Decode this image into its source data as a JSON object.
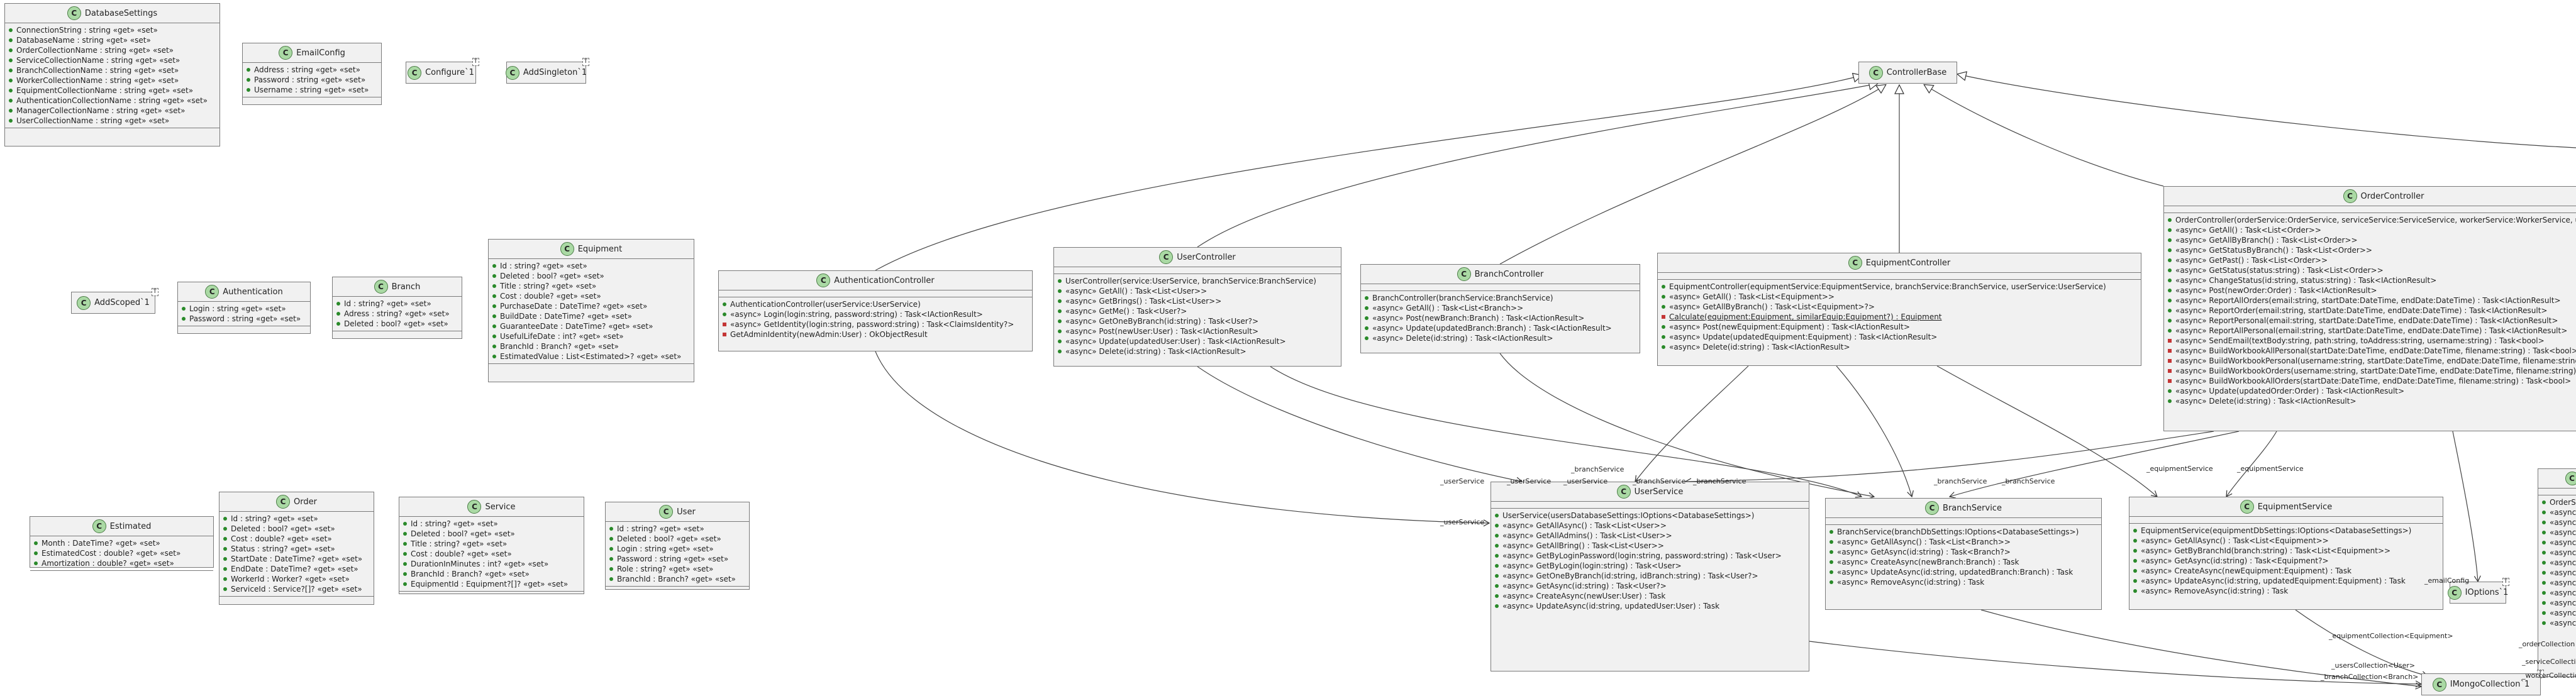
{
  "boxes": [
    {
      "name": "DatabaseSettings",
      "fields": [
        {
          "t": "ConnectionString : string «get» «set»",
          "v": "pub"
        },
        {
          "t": "DatabaseName : string «get» «set»",
          "v": "pub"
        },
        {
          "t": "OrderCollectionName : string «get» «set»",
          "v": "pub"
        },
        {
          "t": "ServiceCollectionName : string «get» «set»",
          "v": "pub"
        },
        {
          "t": "BranchCollectionName : string «get» «set»",
          "v": "pub"
        },
        {
          "t": "WorkerCollectionName : string «get» «set»",
          "v": "pub"
        },
        {
          "t": "EquipmentCollectionName : string «get» «set»",
          "v": "pub"
        },
        {
          "t": "AuthenticationCollectionName : string «get» «set»",
          "v": "pub"
        },
        {
          "t": "ManagerCollectionName : string «get» «set»",
          "v": "pub"
        },
        {
          "t": "UserCollectionName : string «get» «set»",
          "v": "pub"
        }
      ],
      "methods": []
    },
    {
      "name": "EmailConfig",
      "fields": [
        {
          "t": "Address : string «get» «set»",
          "v": "pub"
        },
        {
          "t": "Password : string «get» «set»",
          "v": "pub"
        },
        {
          "t": "Username : string «get» «set»",
          "v": "pub"
        }
      ],
      "methods": []
    },
    {
      "name": "Configure`1",
      "tp": "T",
      "empty": true
    },
    {
      "name": "AddSingleton`1",
      "tp": "T",
      "empty": true
    },
    {
      "name": "ControllerBase",
      "empty": true
    },
    {
      "name": "AddScoped`1",
      "tp": "T",
      "empty": true
    },
    {
      "name": "Authentication",
      "fields": [
        {
          "t": "Login : string «get» «set»",
          "v": "pub"
        },
        {
          "t": "Password : string «get» «set»",
          "v": "pub"
        }
      ],
      "methods": []
    },
    {
      "name": "Branch",
      "fields": [
        {
          "t": "Id : string? «get» «set»",
          "v": "pub"
        },
        {
          "t": "Adress : string? «get» «set»",
          "v": "pub"
        },
        {
          "t": "Deleted : bool? «get» «set»",
          "v": "pub"
        }
      ],
      "methods": []
    },
    {
      "name": "Equipment",
      "fields": [
        {
          "t": "Id : string? «get» «set»",
          "v": "pub"
        },
        {
          "t": "Deleted : bool? «get» «set»",
          "v": "pub"
        },
        {
          "t": "Title : string? «get» «set»",
          "v": "pub"
        },
        {
          "t": "Cost : double? «get» «set»",
          "v": "pub"
        },
        {
          "t": "PurchaseDate : DateTime? «get» «set»",
          "v": "pub"
        },
        {
          "t": "BuildDate : DateTime? «get» «set»",
          "v": "pub"
        },
        {
          "t": "GuaranteeDate : DateTime? «get» «set»",
          "v": "pub"
        },
        {
          "t": "UsefulLifeDate : int? «get» «set»",
          "v": "pub"
        },
        {
          "t": "BranchId : Branch? «get» «set»",
          "v": "pub"
        },
        {
          "t": "EstimatedValue : List<Estimated>? «get» «set»",
          "v": "pub"
        }
      ],
      "methods": []
    },
    {
      "name": "AuthenticationController",
      "fields": [],
      "methods": [
        {
          "t": "AuthenticationController(userService:UserService)",
          "v": "pub"
        },
        {
          "t": "«async» Login(login:string, password:string) : Task<IActionResult>",
          "v": "pub"
        },
        {
          "t": "«async» GetIdentity(login:string, password:string) : Task<ClaimsIdentity?>",
          "v": "priv"
        },
        {
          "t": "GetAdminIdentity(newAdmin:User) : OkObjectResult",
          "v": "priv"
        }
      ]
    },
    {
      "name": "UserController",
      "fields": [],
      "methods": [
        {
          "t": "UserController(service:UserService, branchService:BranchService)",
          "v": "pub"
        },
        {
          "t": "«async» GetAll() : Task<List<User>>",
          "v": "pub"
        },
        {
          "t": "«async» GetBrings() : Task<List<User>>",
          "v": "pub"
        },
        {
          "t": "«async» GetMe() : Task<User?>",
          "v": "pub"
        },
        {
          "t": "«async» GetOneByBranch(id:string) : Task<User?>",
          "v": "pub"
        },
        {
          "t": "«async» Post(newUser:User) : Task<IActionResult>",
          "v": "pub"
        },
        {
          "t": "«async» Update(updatedUser:User) : Task<IActionResult>",
          "v": "pub"
        },
        {
          "t": "«async» Delete(id:string) : Task<IActionResult>",
          "v": "pub"
        }
      ]
    },
    {
      "name": "BranchController",
      "fields": [],
      "methods": [
        {
          "t": "BranchController(branchService:BranchService)",
          "v": "pub"
        },
        {
          "t": "«async» GetAll() : Task<List<Branch>>",
          "v": "pub"
        },
        {
          "t": "«async» Post(newBranch:Branch) : Task<IActionResult>",
          "v": "pub"
        },
        {
          "t": "«async» Update(updatedBranch:Branch) : Task<IActionResult>",
          "v": "pub"
        },
        {
          "t": "«async» Delete(id:string) : Task<IActionResult>",
          "v": "pub"
        }
      ]
    },
    {
      "name": "EquipmentController",
      "fields": [],
      "methods": [
        {
          "t": "EquipmentController(equipmentService:EquipmentService, branchService:BranchService, userService:UserService)",
          "v": "pub"
        },
        {
          "t": "«async» GetAll() : Task<List<Equipment>>",
          "v": "pub"
        },
        {
          "t": "«async» GetAllByBranch() : Task<List<Equipment>?>",
          "v": "pub"
        },
        {
          "t": "Calculate(equipment:Equipment, similarEquip:Equipment?) : Equipment",
          "v": "priv",
          "u": true
        },
        {
          "t": "«async» Post(newEquipment:Equipment) : Task<IActionResult>",
          "v": "pub"
        },
        {
          "t": "«async» Update(updatedEquipment:Equipment) : Task<IActionResult>",
          "v": "pub"
        },
        {
          "t": "«async» Delete(id:string) : Task<IActionResult>",
          "v": "pub"
        }
      ]
    },
    {
      "name": "OrderController",
      "fields": [],
      "methods": [
        {
          "t": "OrderController(orderService:OrderService, serviceService:ServiceService, workerService:WorkerService, use",
          "v": "pub"
        },
        {
          "t": "«async» GetAll() : Task<List<Order>>",
          "v": "pub"
        },
        {
          "t": "«async» GetAllByBranch() : Task<List<Order>>",
          "v": "pub"
        },
        {
          "t": "«async» GetStatusByBranch() : Task<List<Order>>",
          "v": "pub"
        },
        {
          "t": "«async» GetPast() : Task<List<Order>>",
          "v": "pub"
        },
        {
          "t": "«async» GetStatus(status:string) : Task<List<Order>>",
          "v": "pub"
        },
        {
          "t": "«async» ChangeStatus(id:string, status:string) : Task<IActionResult>",
          "v": "pub"
        },
        {
          "t": "«async» Post(newOrder:Order) : Task<IActionResult>",
          "v": "pub"
        },
        {
          "t": "«async» ReportAllOrders(email:string, startDate:DateTime, endDate:DateTime) : Task<IActionResult>",
          "v": "pub"
        },
        {
          "t": "«async» ReportOrder(email:string, startDate:DateTime, endDate:DateTime) : Task<IActionResult>",
          "v": "pub"
        },
        {
          "t": "«async» ReportPersonal(email:string, startDate:DateTime, endDate:DateTime) : Task<IActionResult>",
          "v": "pub"
        },
        {
          "t": "«async» ReportAllPersonal(email:string, startDate:DateTime, endDate:DateTime) : Task<IActionResult>",
          "v": "pub"
        },
        {
          "t": "«async» SendEmail(textBody:string, path:string, toAddress:string, username:string) : Task<bool>",
          "v": "priv"
        },
        {
          "t": "«async» BuildWorkbookAllPersonal(startDate:DateTime, endDate:DateTime, filename:string) : Task<bool>",
          "v": "priv"
        },
        {
          "t": "«async» BuildWorkbookPersonal(username:string, startDate:DateTime, endDate:DateTime, filename:string) : Task",
          "v": "priv"
        },
        {
          "t": "«async» BuildWorkbookOrders(username:string, startDate:DateTime, endDate:DateTime, filename:string) : Task",
          "v": "priv"
        },
        {
          "t": "«async» BuildWorkbookAllOrders(startDate:DateTime, endDate:DateTime, filename:string) : Task<bool>",
          "v": "priv"
        },
        {
          "t": "«async» Update(updatedOrder:Order) : Task<IActionResult>",
          "v": "pub"
        },
        {
          "t": "«async» Delete(id:string) : Task<IActionResult>",
          "v": "pub"
        }
      ]
    },
    {
      "name": "Estimated",
      "fields": [
        {
          "t": "Month : DateTime? «get» «set»",
          "v": "pub"
        },
        {
          "t": "EstimatedCost : double? «get» «set»",
          "v": "pub"
        },
        {
          "t": "Amortization : double? «get» «set»",
          "v": "pub"
        }
      ],
      "methods": []
    },
    {
      "name": "Order",
      "fields": [
        {
          "t": "Id : string? «get» «set»",
          "v": "pub"
        },
        {
          "t": "Deleted : bool? «get» «set»",
          "v": "pub"
        },
        {
          "t": "Cost : double? «get» «set»",
          "v": "pub"
        },
        {
          "t": "Status : string? «get» «set»",
          "v": "pub"
        },
        {
          "t": "StartDate : DateTime? «get» «set»",
          "v": "pub"
        },
        {
          "t": "EndDate : DateTime? «get» «set»",
          "v": "pub"
        },
        {
          "t": "WorkerId : Worker? «get» «set»",
          "v": "pub"
        },
        {
          "t": "ServiceId : Service?[]? «get» «set»",
          "v": "pub"
        }
      ],
      "methods": []
    },
    {
      "name": "Service",
      "fields": [
        {
          "t": "Id : string? «get» «set»",
          "v": "pub"
        },
        {
          "t": "Deleted : bool? «get» «set»",
          "v": "pub"
        },
        {
          "t": "Title : string? «get» «set»",
          "v": "pub"
        },
        {
          "t": "Cost : double? «get» «set»",
          "v": "pub"
        },
        {
          "t": "DurationInMinutes : int? «get» «set»",
          "v": "pub"
        },
        {
          "t": "BranchId : Branch? «get» «set»",
          "v": "pub"
        },
        {
          "t": "EquipmentId : Equipment?[]? «get» «set»",
          "v": "pub"
        }
      ],
      "methods": []
    },
    {
      "name": "User",
      "fields": [
        {
          "t": "Id : string? «get» «set»",
          "v": "pub"
        },
        {
          "t": "Deleted : bool? «get» «set»",
          "v": "pub"
        },
        {
          "t": "Login : string «get» «set»",
          "v": "pub"
        },
        {
          "t": "Password : string «get» «set»",
          "v": "pub"
        },
        {
          "t": "Role : string? «get» «set»",
          "v": "pub"
        },
        {
          "t": "BranchId : Branch? «get» «set»",
          "v": "pub"
        }
      ],
      "methods": []
    },
    {
      "name": "UserService",
      "fields": [],
      "methods": [
        {
          "t": "UserService(usersDatabaseSettings:IOptions<DatabaseSettings>)",
          "v": "pub"
        },
        {
          "t": "«async» GetAllAsync() : Task<List<User>>",
          "v": "pub"
        },
        {
          "t": "«async» GetAllAdmins() : Task<List<User>>",
          "v": "pub"
        },
        {
          "t": "«async» GetAllBring() : Task<List<User>>",
          "v": "pub"
        },
        {
          "t": "«async» GetByLoginPassword(login:string, password:string) : Task<User>",
          "v": "pub"
        },
        {
          "t": "«async» GetByLogin(login:string) : Task<User>",
          "v": "pub"
        },
        {
          "t": "«async» GetOneByBranch(id:string, idBranch:string) : Task<User?>",
          "v": "pub"
        },
        {
          "t": "«async» GetAsync(id:string) : Task<User?>",
          "v": "pub"
        },
        {
          "t": "«async» CreateAsync(newUser:User) : Task",
          "v": "pub"
        },
        {
          "t": "«async» UpdateAsync(id:string, updatedUser:User) : Task",
          "v": "pub"
        }
      ]
    },
    {
      "name": "BranchService",
      "fields": [],
      "methods": [
        {
          "t": "BranchService(branchDbSettings:IOptions<DatabaseSettings>)",
          "v": "pub"
        },
        {
          "t": "«async» GetAllAsync() : Task<List<Branch>>",
          "v": "pub"
        },
        {
          "t": "«async» GetAsync(id:string) : Task<Branch?>",
          "v": "pub"
        },
        {
          "t": "«async» CreateAsync(newBranch:Branch) : Task",
          "v": "pub"
        },
        {
          "t": "«async» UpdateAsync(id:string, updatedBranch:Branch) : Task",
          "v": "pub"
        },
        {
          "t": "«async» RemoveAsync(id:string) : Task",
          "v": "pub"
        }
      ]
    },
    {
      "name": "EquipmentService",
      "fields": [],
      "methods": [
        {
          "t": "EquipmentService(equipmentDbSettings:IOptions<DatabaseSettings>)",
          "v": "pub"
        },
        {
          "t": "«async» GetAllAsync() : Task<List<Equipment>>",
          "v": "pub"
        },
        {
          "t": "«async» GetByBranchId(branch:string) : Task<List<Equipment>>",
          "v": "pub"
        },
        {
          "t": "«async» GetAsync(id:string) : Task<Equipment?>",
          "v": "pub"
        },
        {
          "t": "«async» CreateAsync(newEquipment:Equipment) : Task",
          "v": "pub"
        },
        {
          "t": "«async» UpdateAsync(id:string, updatedEquipment:Equipment) : Task",
          "v": "pub"
        },
        {
          "t": "«async» RemoveAsync(id:string) : Task",
          "v": "pub"
        }
      ]
    },
    {
      "name": "IOptions`1",
      "tp": "T",
      "empty": true
    },
    {
      "name": "OrderService",
      "fields": [],
      "methods": [
        {
          "t": "OrderService(or",
          "v": "pub"
        },
        {
          "t": "«async» GetAllA",
          "v": "pub"
        },
        {
          "t": "«async» GetByBr",
          "v": "pub"
        },
        {
          "t": "«async» GetStatu",
          "v": "pub"
        },
        {
          "t": "«async» GetPast",
          "v": "pub"
        },
        {
          "t": "«async» GetByW",
          "v": "pub"
        },
        {
          "t": "«async» GetAllB",
          "v": "pub"
        },
        {
          "t": "«async» GetAllB",
          "v": "pub"
        },
        {
          "t": "«async» GetAsyn",
          "v": "pub"
        },
        {
          "t": "«async» GetAsyn",
          "v": "pub"
        },
        {
          "t": "«async» Create",
          "v": "pub"
        },
        {
          "t": "«async» Update",
          "v": "pub"
        },
        {
          "t": "«async» Remove",
          "v": "pub"
        }
      ]
    },
    {
      "name": "IMongoCollection`1",
      "tp": "T",
      "empty": true
    }
  ],
  "labels": [
    "_userService",
    "_userService",
    "_userService",
    "_userService",
    "_branchService",
    "_branchService",
    "_branchService",
    "_branchService",
    "_branchService",
    "_equipmentService",
    "_equipmentService",
    "_emailConfig",
    "_equipmentCollection<Equipment>",
    "_usersCollection<User>",
    "_branchCollection<Branch>",
    "_orderCollection",
    "_serviceCollection",
    "_workerCollection"
  ],
  "colors": {
    "header_bg": "#f1f1f1",
    "border": "#7a7a7a",
    "badge": "#aad9a4",
    "public": "#2a8a2a",
    "private": "#c43636"
  }
}
